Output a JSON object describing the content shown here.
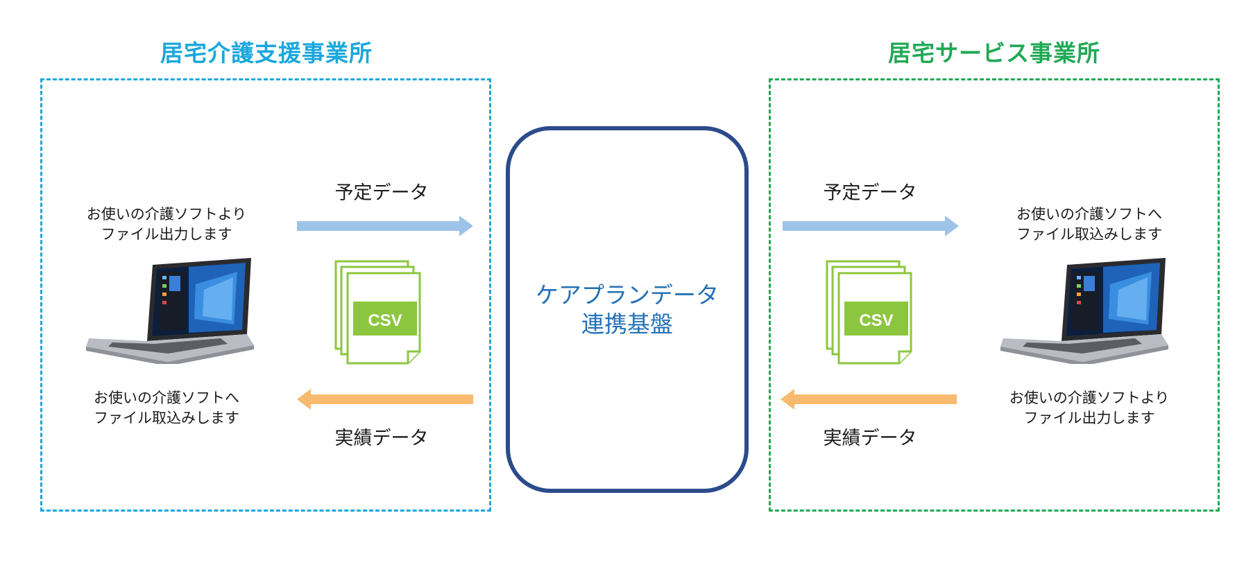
{
  "colors": {
    "left_accent": "#1aa7dd",
    "right_accent": "#20a955",
    "hub_border": "#2b4b8a",
    "hub_text": "#2471b6",
    "plan_arrow": "#9ec3e8",
    "actual_arrow": "#f7ba6e",
    "csv_green": "#8cc63f"
  },
  "left_office": {
    "title": "居宅介護支援事業所",
    "top_caption": [
      "お使いの介護ソフトより",
      "ファイル出力します"
    ],
    "bottom_caption": [
      "お使いの介護ソフトへ",
      "ファイル取込みします"
    ]
  },
  "right_office": {
    "title": "居宅サービス事業所",
    "top_caption": [
      "お使いの介護ソフトへ",
      "ファイル取込みします"
    ],
    "bottom_caption": [
      "お使いの介護ソフトより",
      "ファイル出力します"
    ]
  },
  "hub": {
    "line1": "ケアプランデータ",
    "line2": "連携基盤"
  },
  "flows": {
    "plan_label": "予定データ",
    "actual_label": "実績データ",
    "csv_label": "CSV"
  },
  "icons": {
    "laptop": "laptop-icon",
    "csv_document": "csv-file-icon",
    "arrow_right": "arrow-right-icon",
    "arrow_left": "arrow-left-icon"
  }
}
